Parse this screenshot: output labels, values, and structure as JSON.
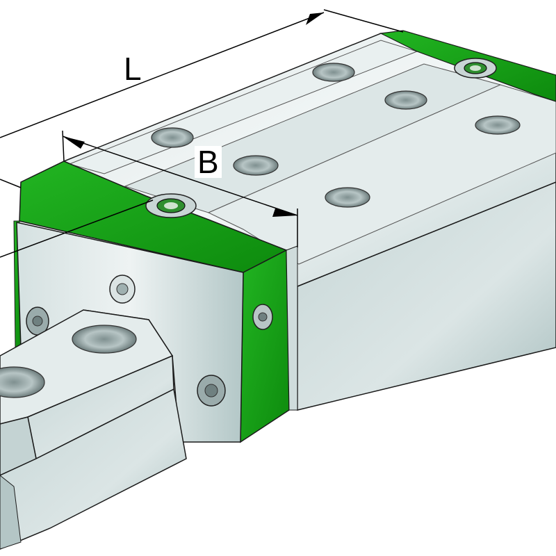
{
  "dimensions": {
    "length_label": "L",
    "width_label": "B"
  },
  "colors": {
    "seal_green": "#0fa00f",
    "steel_light": "#e6eeee",
    "steel_mid": "#b9cccc",
    "steel_dark": "#8fa7a8",
    "outline": "#1a1a1a"
  },
  "components": {
    "carriage": "carriage-block",
    "rail": "guide-rail",
    "end_seal": "end-seal",
    "lube_nipple": "lubrication-nipple"
  }
}
